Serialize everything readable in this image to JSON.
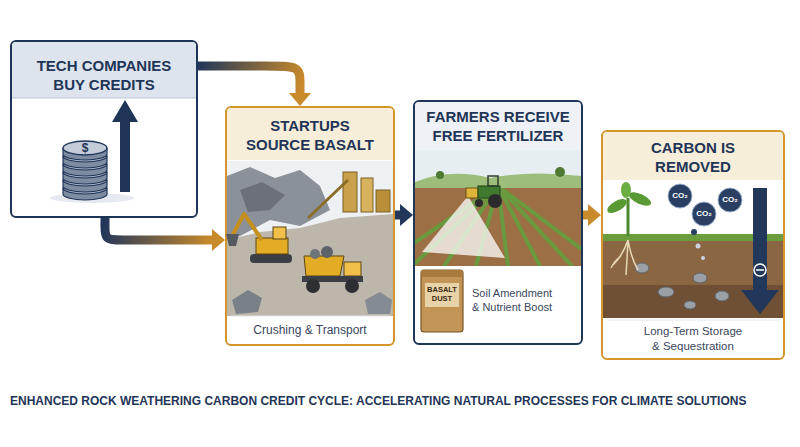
{
  "diagram": {
    "caption": "ENHANCED ROCK WEATHERING CARBON CREDIT CYCLE: ACCELERATING NATURAL PROCESSES FOR CLIMATE SOLUTIONS",
    "nodes": [
      {
        "text": [
          "TECH COMPANIES BUY CREDITS",
          "$"
        ]
      },
      {
        "text": [
          "STARTUPS SOURCE BASALT",
          "Crushing & Transport"
        ]
      },
      {
        "text": [
          "FARMERS RECEIVE FREE FERTILIZER",
          "BASALT DUST",
          "Soil Amendment & Nutrient Boost"
        ]
      },
      {
        "text": [
          "CARBON IS REMOVED",
          "CO₂",
          "CO₂",
          "CO₂",
          "Long-Term Storage & Sequestration"
        ]
      }
    ],
    "edges": [
      {
        "from": 0,
        "to": 1,
        "arrow": "to"
      },
      {
        "from": 0,
        "to": 1,
        "arrow": "to"
      },
      {
        "from": 1,
        "to": 2,
        "arrow": "to"
      },
      {
        "from": 2,
        "to": 3,
        "arrow": "to"
      }
    ]
  }
}
